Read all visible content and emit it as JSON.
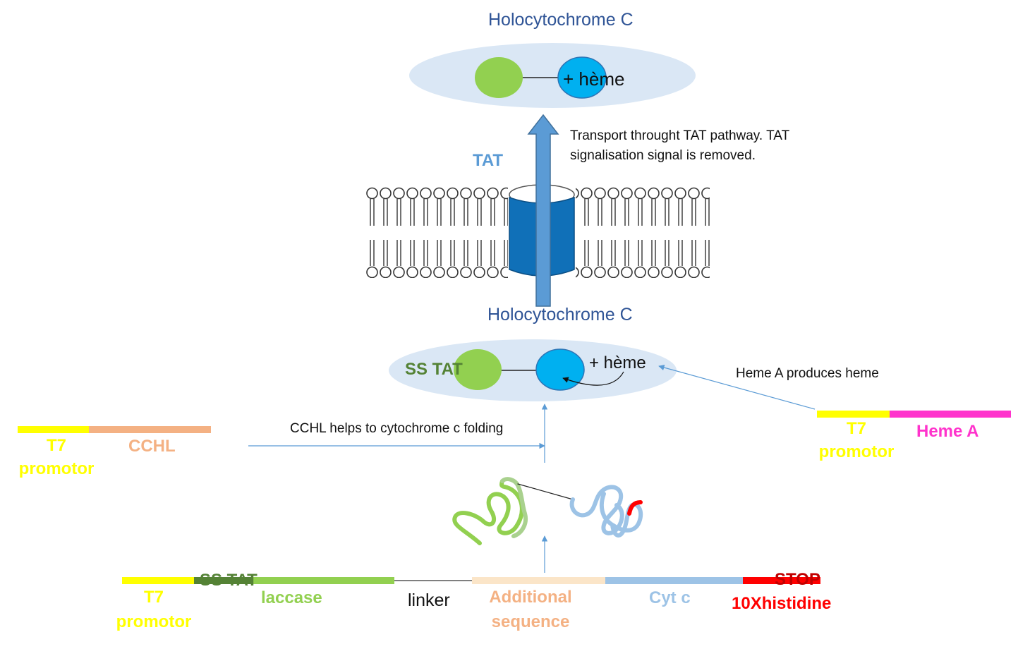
{
  "titles": {
    "top": "Holocytochrome C",
    "middle": "Holocytochrome C"
  },
  "protein_top": {
    "heme_label": "+ hème"
  },
  "protein_mid": {
    "ss_tat_label": "SS TAT",
    "heme_label": "+ hème"
  },
  "tat": {
    "label": "TAT",
    "note_line1": "Transport throught TAT pathway. TAT",
    "note_line2": "signalisation signal is removed."
  },
  "notes": {
    "heme_a": "Heme A produces heme",
    "cchl": "CCHL helps to cytochrome c folding"
  },
  "construct_cchl": {
    "promotor_line1": "T7",
    "promotor_line2": "promotor",
    "gene": "CCHL"
  },
  "construct_heme": {
    "promotor_line1": "T7",
    "promotor_line2": "promotor",
    "gene": "Heme A"
  },
  "construct_main": {
    "promotor_line1": "T7",
    "promotor_line2": "promotor",
    "ss_tat": "SS TAT",
    "laccase": "laccase",
    "linker": "linker",
    "additional_line1": "Additional",
    "additional_line2": "sequence",
    "cytc": "Cyt c",
    "stop": "STOP",
    "histidine": "10Xhistidine"
  },
  "colors": {
    "title_blue": "#2f5496",
    "promotor_yellow": "#ffff00",
    "cchl_orange": "#f4b183",
    "heme_magenta": "#ff33cc",
    "laccase_green": "#92d050",
    "sstat_green": "#548235",
    "additional_peach": "#fbe5c8",
    "cytc_blue": "#9dc3e6",
    "stop_red": "#ff0000",
    "ellipse_fill": "#dae7f5",
    "heme_blue": "#00b0f0",
    "arrow_blue": "#5b9bd5",
    "membrane_blue": "#1070b8"
  }
}
